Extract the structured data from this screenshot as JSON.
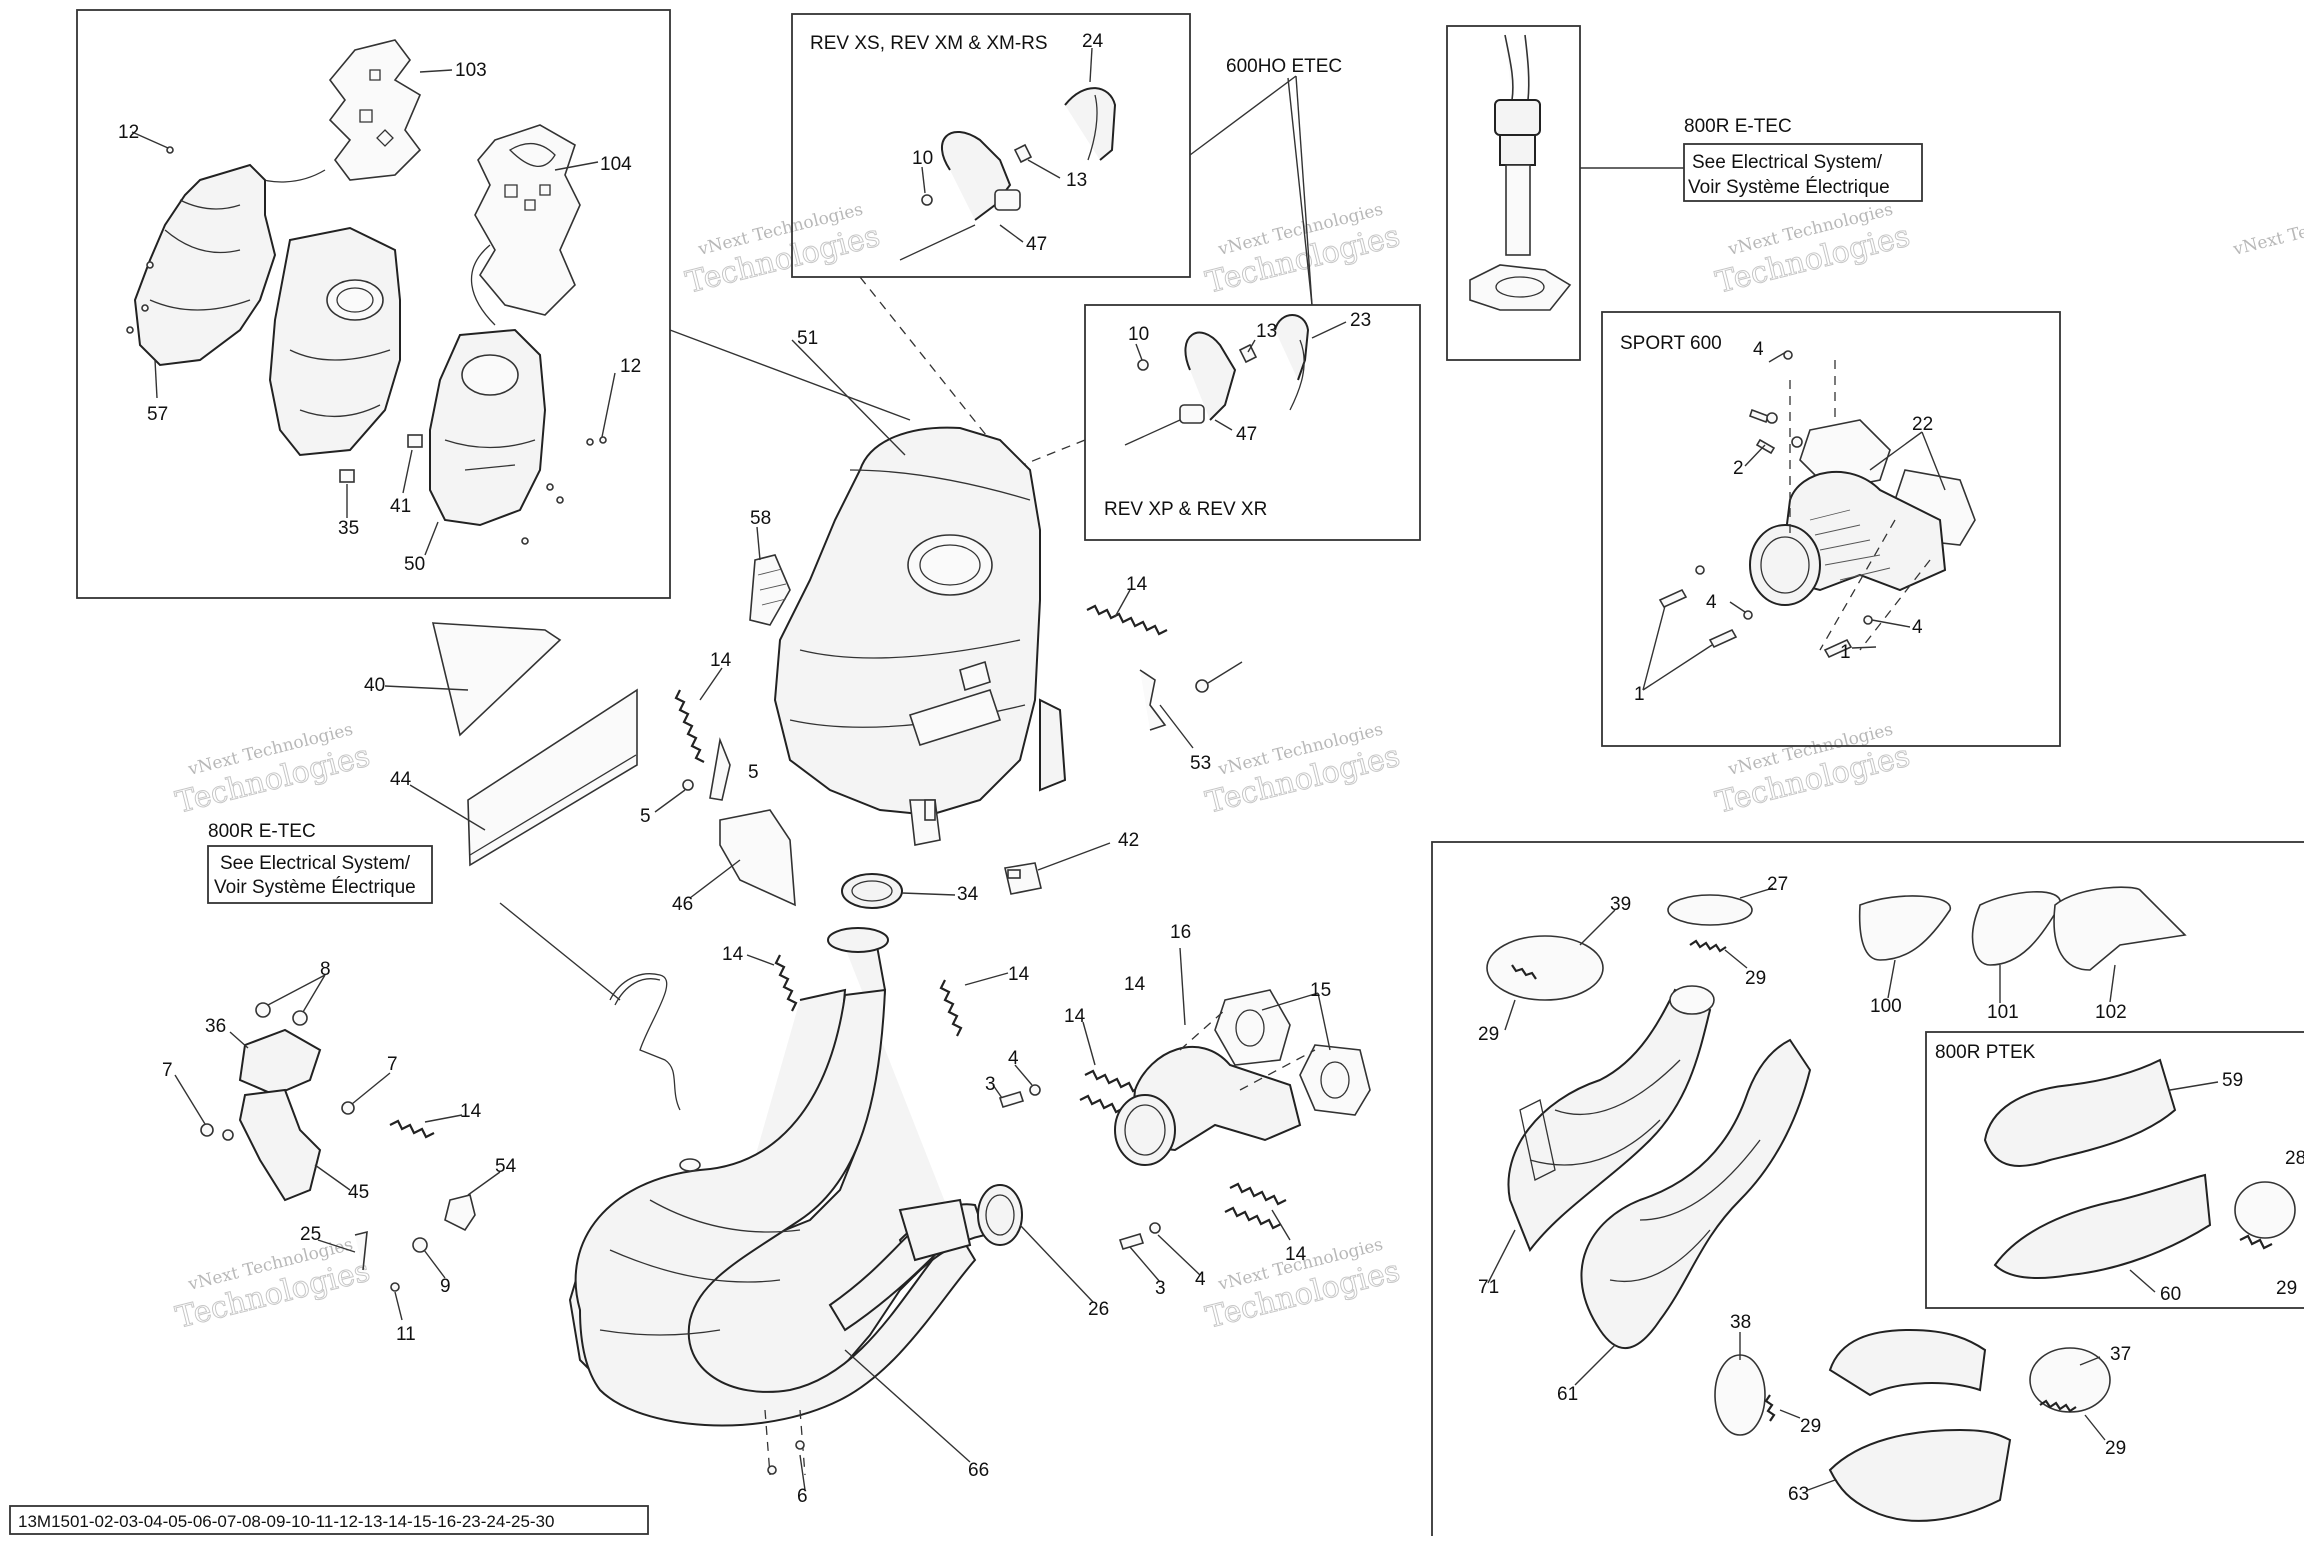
{
  "diagram": {
    "group_labels": {
      "rev_xs_xm": "REV XS, REV XM & XM-RS",
      "etec_600ho": "600HO ETEC",
      "etec_800r_top": "800R E-TEC",
      "sport_600": "SPORT 600",
      "rev_xp_xr": "REV XP & REV XR",
      "etec_800r_left": "800R E-TEC",
      "ptek_800r": "800R PTEK"
    },
    "notes": {
      "see_electrical_top_1": "See Electrical System/",
      "see_electrical_top_2": "Voir Système Électrique",
      "see_electrical_left_1": "See Electrical System/",
      "see_electrical_left_2": "Voir Système Électrique"
    },
    "footer_code": "13M1501-02-03-04-05-06-07-08-09-10-11-12-13-14-15-16-23-24-25-30",
    "watermark_line1": "vNext Technologies",
    "watermark_line2": "Technologies",
    "callouts": [
      "103",
      "12",
      "104",
      "57",
      "12",
      "41",
      "35",
      "50",
      "24",
      "10",
      "13",
      "47",
      "51",
      "10",
      "13",
      "23",
      "47",
      "58",
      "14",
      "40",
      "14",
      "5",
      "44",
      "5",
      "53",
      "14",
      "46",
      "34",
      "42",
      "36",
      "8",
      "7",
      "7",
      "45",
      "14",
      "54",
      "25",
      "9",
      "11",
      "14",
      "14",
      "14",
      "4",
      "3",
      "16",
      "15",
      "14",
      "26",
      "3",
      "4",
      "66",
      "6",
      "1",
      "2",
      "4",
      "22",
      "4",
      "4",
      "1",
      "39",
      "27",
      "29",
      "29",
      "100",
      "101",
      "102",
      "59",
      "28",
      "71",
      "60",
      "29",
      "61",
      "38",
      "29",
      "37",
      "29",
      "63"
    ]
  }
}
